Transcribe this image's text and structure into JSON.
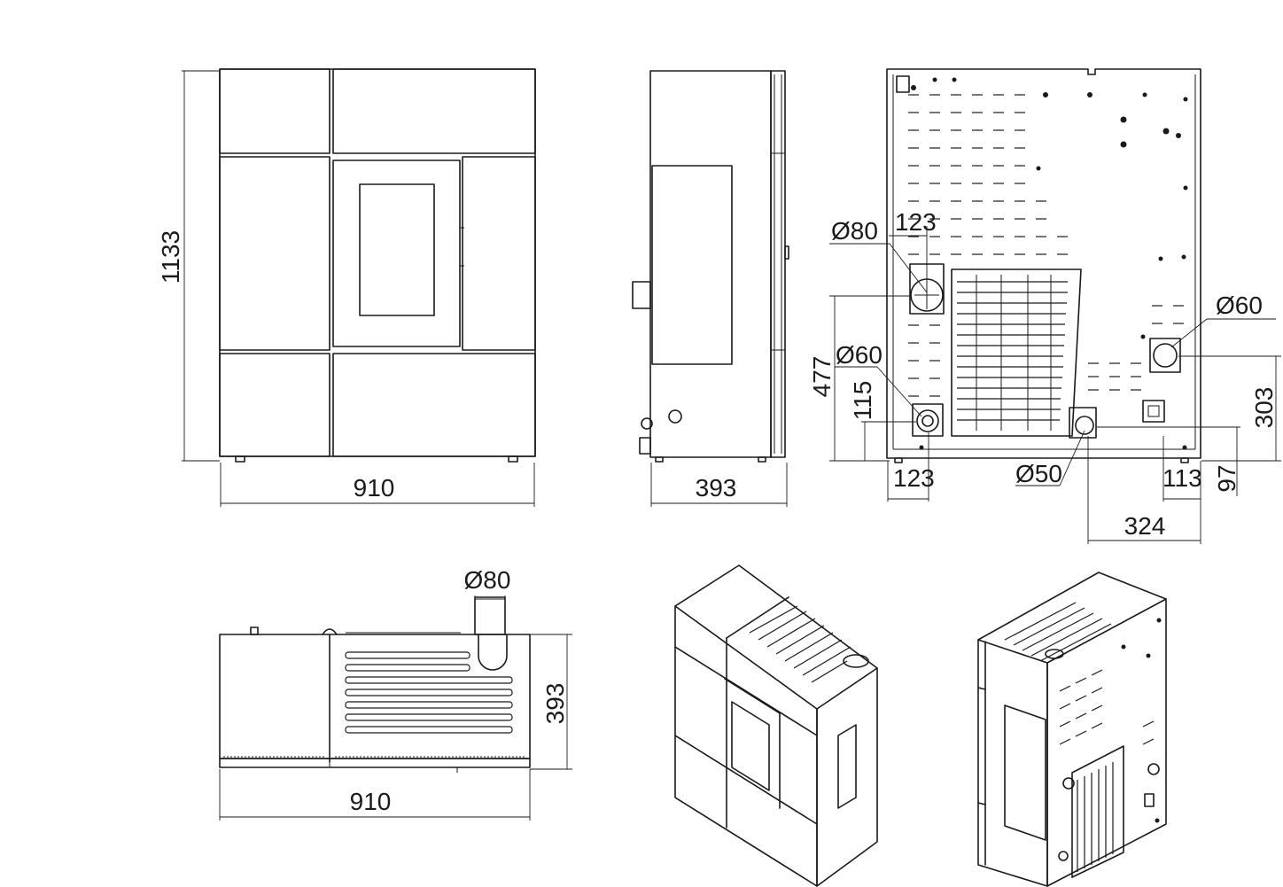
{
  "dimensions": {
    "front_height": "1133",
    "front_width": "910",
    "side_depth": "393",
    "rear_dia_flue": "Ø80",
    "rear_flue_offset": "123",
    "rear_flue_height": "477",
    "rear_dia_left_inlet": "Ø60",
    "rear_inlet_height": "115",
    "rear_left_offset": "123",
    "rear_dia_bottom": "Ø50",
    "rear_dia_right_inlet": "Ø60",
    "rear_right_height": "303",
    "rear_right_offset": "113",
    "rear_right_low": "97",
    "rear_bottom_offset": "324",
    "top_dia_flue": "Ø80",
    "top_depth": "393",
    "top_width": "910"
  }
}
